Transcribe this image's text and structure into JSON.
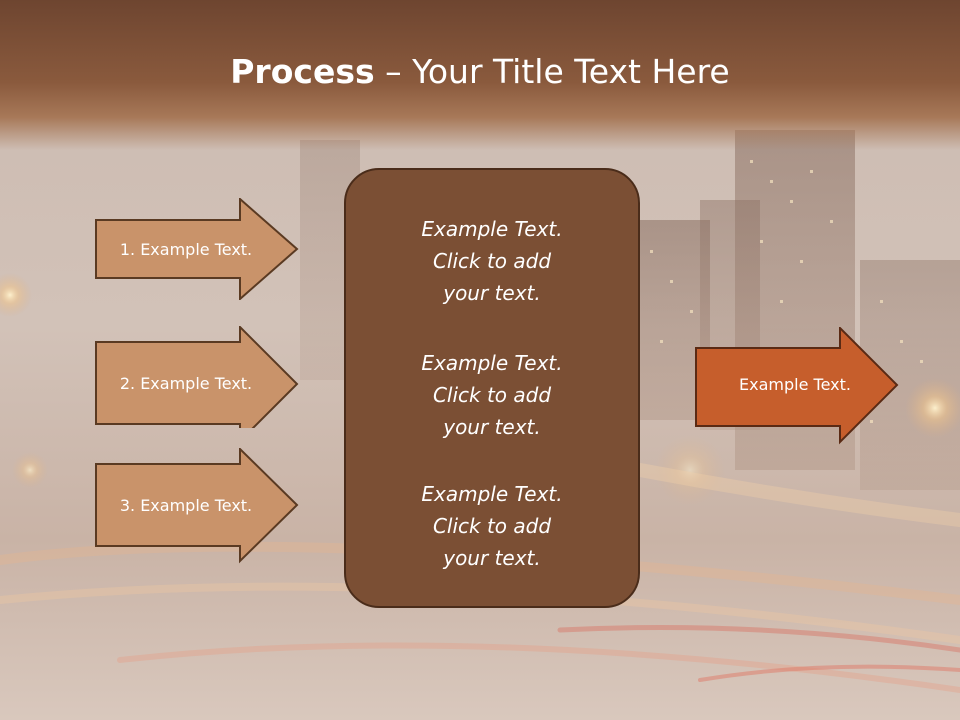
{
  "slide": {
    "title_bold": "Process",
    "title_separator": " – ",
    "title_rest": "Your Title Text Here"
  },
  "left_steps": [
    {
      "label": "1. Example Text."
    },
    {
      "label": "2. Example Text."
    },
    {
      "label": "3. Example Text."
    }
  ],
  "center_box": {
    "paragraphs": [
      {
        "line1": "Example Text.",
        "line2": "Click  to add",
        "line3": "your text."
      },
      {
        "line1": "Example Text.",
        "line2": "Click  to add",
        "line3": "your text."
      },
      {
        "line1": "Example Text.",
        "line2": "Click  to add",
        "line3": "your text."
      }
    ]
  },
  "output_arrow": {
    "label": "Example Text."
  },
  "colors": {
    "title_band": "#8a5a3d",
    "step_arrow_fill": "#c9936a",
    "step_arrow_stroke": "#5a3a22",
    "center_box_fill": "#7b4f34",
    "center_box_stroke": "#4a2c1a",
    "output_arrow_fill": "#c65e2c"
  }
}
